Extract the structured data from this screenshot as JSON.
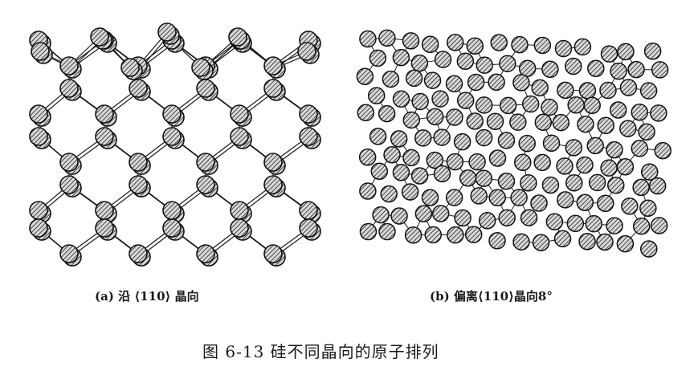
{
  "figure": {
    "panel_a": {
      "caption": "(a) 沿 ⟨110⟩ 晶向"
    },
    "panel_b": {
      "caption": "(b) 偏离⟨110⟩晶向8°"
    },
    "caption": "图 6-13   硅不同晶向的原子排列"
  }
}
